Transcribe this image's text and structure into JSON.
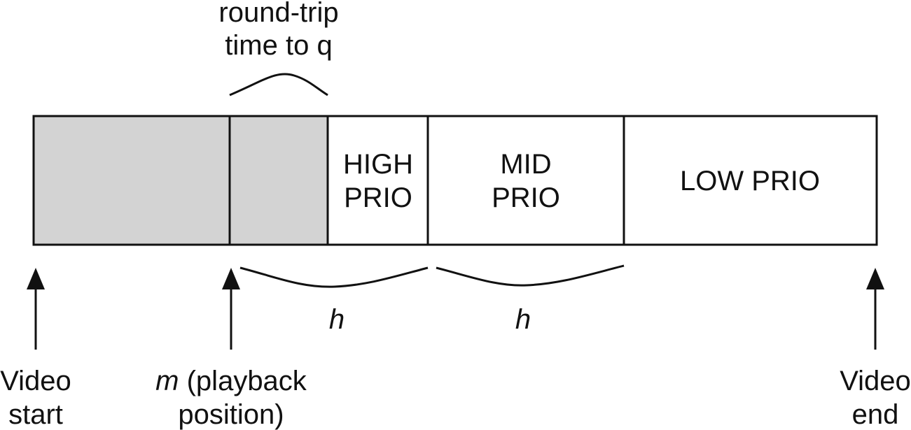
{
  "annotation": {
    "rtt_line1": "round-trip",
    "rtt_line2": "time to q"
  },
  "segments": {
    "high": {
      "line1": "HIGH",
      "line2": "PRIO"
    },
    "mid": {
      "line1": "MID",
      "line2": "PRIO"
    },
    "low": {
      "label": "LOW PRIO"
    }
  },
  "braces": {
    "h1": "h",
    "h2": "h"
  },
  "markers": {
    "video_start": {
      "line1": "Video",
      "line2": "start"
    },
    "playback": {
      "symbol": "m",
      "line1_rest": " (playback",
      "line2": "position)"
    },
    "video_end": {
      "line1": "Video",
      "line2": "end"
    }
  },
  "colors": {
    "played_fill": "#d3d3d3",
    "stroke": "#111111",
    "background": "#ffffff"
  }
}
